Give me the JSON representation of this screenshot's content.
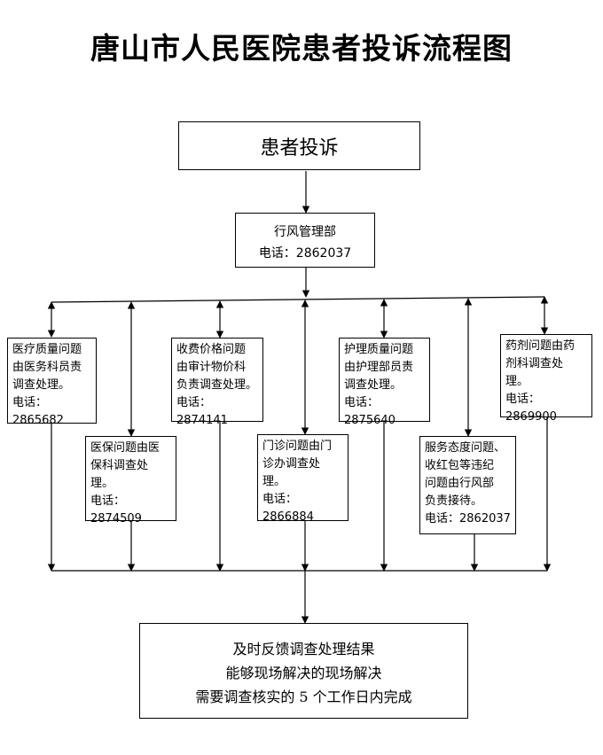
{
  "title": "唐山市人民医院患者投诉流程图",
  "start": "患者投诉",
  "manager": {
    "name": "行风管理部",
    "phone": "电话：2862037"
  },
  "departments": [
    {
      "lines": [
        "医疗质量问题",
        "由医务科员责",
        "调查处理。",
        "电话：2865682"
      ]
    },
    {
      "lines": [
        "医保问题由医",
        "保科调查处",
        "理。",
        "电话：2874509"
      ]
    },
    {
      "lines": [
        "收费价格问题",
        "由审计物价科",
        "负责调查处理。",
        "电话：2874141"
      ]
    },
    {
      "lines": [
        "门诊问题由门",
        "诊办调查处",
        "理。",
        "电话：2866884"
      ]
    },
    {
      "lines": [
        "护理质量问题",
        "由护理部员责",
        "调查处理。",
        "电话：2875640"
      ]
    },
    {
      "lines": [
        "服务态度问题、",
        "收红包等违纪",
        "问题由行风部",
        "负责接待。",
        "电话：2862037"
      ]
    },
    {
      "lines": [
        "药剂问题由药",
        "剂科调查处",
        "理。",
        "电话：2869900"
      ]
    }
  ],
  "result": {
    "lines": [
      "及时反馈调查处理结果",
      "能够现场解决的现场解决",
      "需要调查核实的 5 个工作日内完成"
    ]
  }
}
